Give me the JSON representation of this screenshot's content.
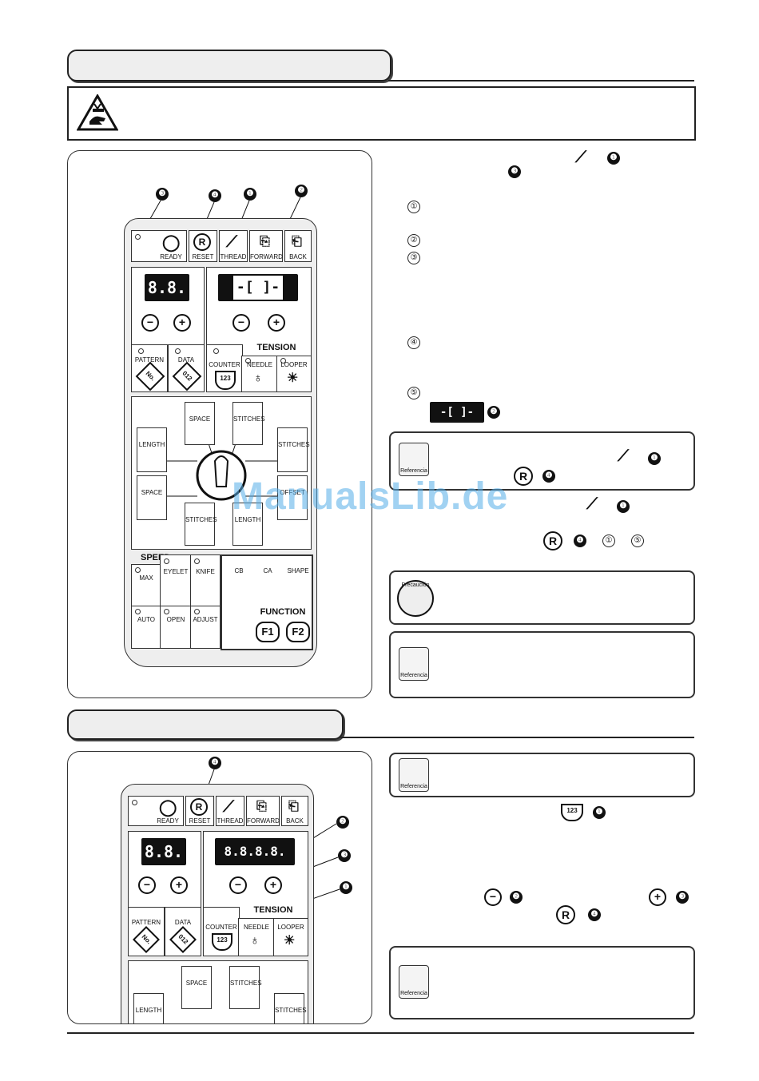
{
  "section1": {
    "title": ""
  },
  "section2": {
    "title": ""
  },
  "callouts": {
    "c1": "❶",
    "c2": "❷",
    "c3": "❸",
    "c4": "❹"
  },
  "steps": {
    "s1": "①",
    "s2": "②",
    "s3": "③",
    "s4": "④",
    "s5": "⑤"
  },
  "panel": {
    "ready": "READY",
    "reset": "RESET",
    "thread": "THREAD",
    "forward": "FORWARD",
    "back": "BACK",
    "left_display": "8.8.",
    "right_display_1": "-[ ]-",
    "right_display_2": "8.8.8.8.",
    "pattern": "PATTERN",
    "pattern_key": "No.",
    "data": "DATA",
    "data_key": "012",
    "tension": "TENSION",
    "counter": "COUNTER",
    "counter_key": "123",
    "needle": "NEEDLE",
    "looper": "LOOPER",
    "space": "SPACE",
    "stitches": "STITCHES",
    "length": "LENGTH",
    "offset": "OFFSET",
    "speed": "SPEED",
    "max": "MAX",
    "eyelet": "EYELET",
    "knife": "KNIFE",
    "cb": "CB",
    "ca": "CA",
    "shape": "SHAPE",
    "auto": "AUTO",
    "open": "OPEN",
    "adjust": "ADJUST",
    "function": "FUNCTION",
    "f1": "F1",
    "f2": "F2",
    "r": "R",
    "minus": "−",
    "plus": "+"
  },
  "icons": {
    "referencia": "Referencia",
    "precaucion": "Precaución"
  },
  "watermark": "ManualsLib.de"
}
